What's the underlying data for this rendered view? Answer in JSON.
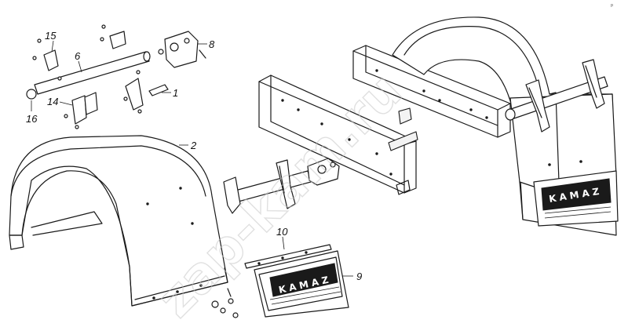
{
  "labels": {
    "l1": "1",
    "l2": "2",
    "l6": "6",
    "l8": "8",
    "l9": "9",
    "l10": "10",
    "l14": "14",
    "l15": "15",
    "l16": "16"
  },
  "flap_text": "KAMAZ",
  "watermark": "zap-kam.ru",
  "corner_mark": "р"
}
